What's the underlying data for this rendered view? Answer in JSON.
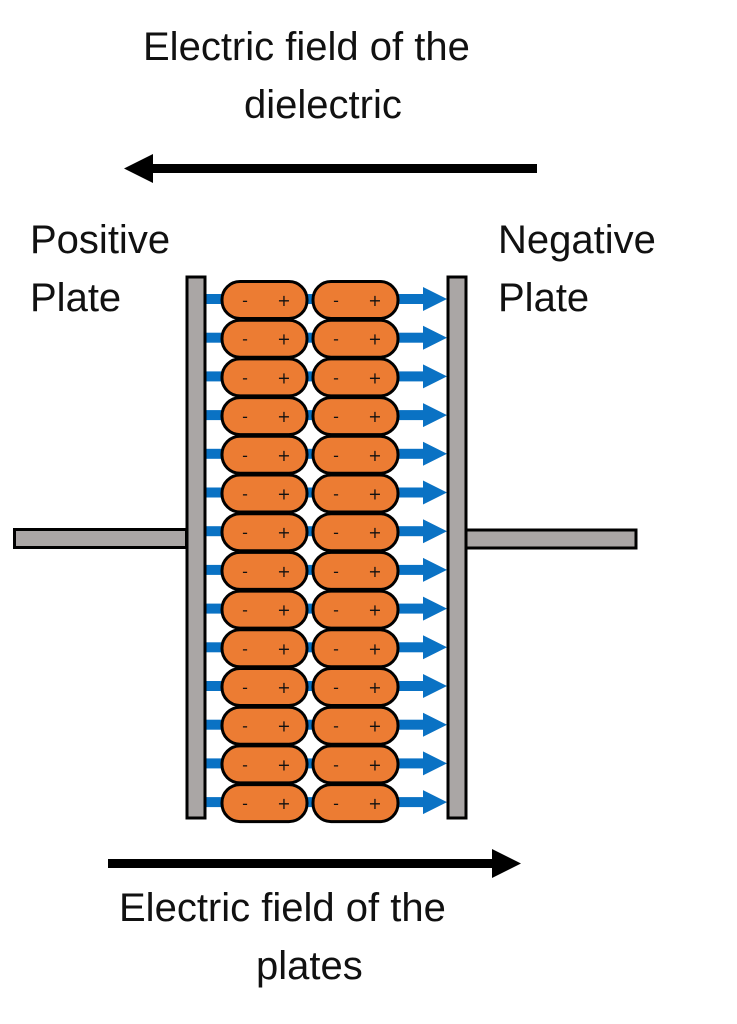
{
  "labels": {
    "top_line1": "Electric field of the",
    "top_line2": "dielectric",
    "bottom_line1": "Electric field of the",
    "bottom_line2": "plates",
    "positive_line1": "Positive",
    "positive_line2": "Plate",
    "negative_line1": "Negative",
    "negative_line2": "Plate"
  },
  "dipole": {
    "minus": "-",
    "plus": "+"
  },
  "rows": 14,
  "columns": 2,
  "colors": {
    "plate_fill": "#aaa6a5",
    "dipole_fill": "#ec7c33",
    "field_arrow": "#0a72c4",
    "outline": "#000000"
  }
}
